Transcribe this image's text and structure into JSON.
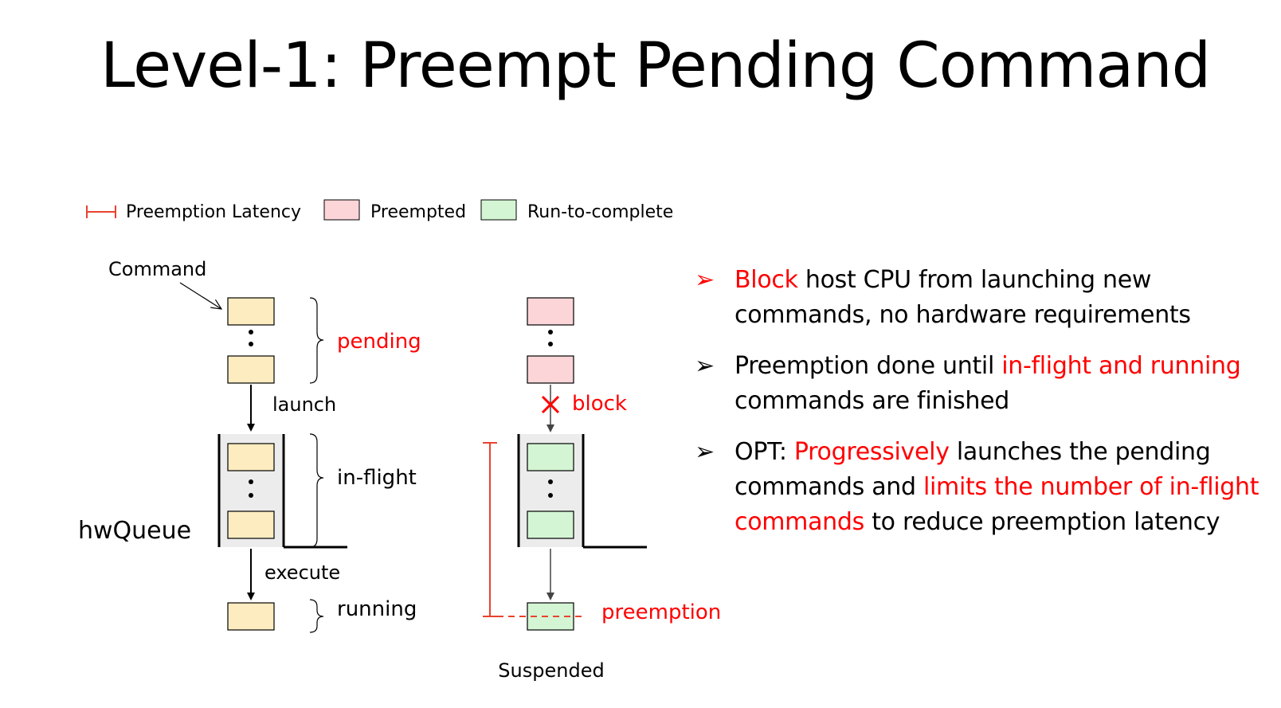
{
  "title": "Level-1: Preempt Pending Command",
  "legend": {
    "latency": "Preemption Latency",
    "preempted": "Preempted",
    "run_to_complete": "Run-to-complete"
  },
  "colors": {
    "pending_box": "#fcecc0",
    "preempted_box": "#fbd5d7",
    "run_box": "#d4f5d4",
    "queue_bg": "#ececec",
    "highlight": "#ff0000"
  },
  "diagram": {
    "command_label": "Command",
    "pending_label": "pending",
    "launch_label": "launch",
    "inflight_label": "in-flight",
    "hwqueue_label": "hwQueue",
    "execute_label": "execute",
    "running_label": "running",
    "block_label": "block",
    "preemption_label": "preemption",
    "suspended_label": "Suspended"
  },
  "bullets": [
    {
      "arrow_icon": "red-arrowhead-icon",
      "segments": [
        {
          "text": "Block",
          "highlight": true
        },
        {
          "text": " host CPU from launching new commands, no hardware requirements",
          "highlight": false
        }
      ]
    },
    {
      "arrow_icon": "arrowhead-icon",
      "segments": [
        {
          "text": "Preemption done until ",
          "highlight": false
        },
        {
          "text": "in-flight and running",
          "highlight": true
        },
        {
          "text": " commands are finished",
          "highlight": false
        }
      ]
    },
    {
      "arrow_icon": "arrowhead-icon",
      "segments": [
        {
          "text": "OPT: ",
          "highlight": false
        },
        {
          "text": "Progressively",
          "highlight": true
        },
        {
          "text": " launches the pending commands and ",
          "highlight": false
        },
        {
          "text": "limits the number of in-flight commands",
          "highlight": true
        },
        {
          "text": " to reduce preemption latency",
          "highlight": false
        }
      ]
    }
  ]
}
